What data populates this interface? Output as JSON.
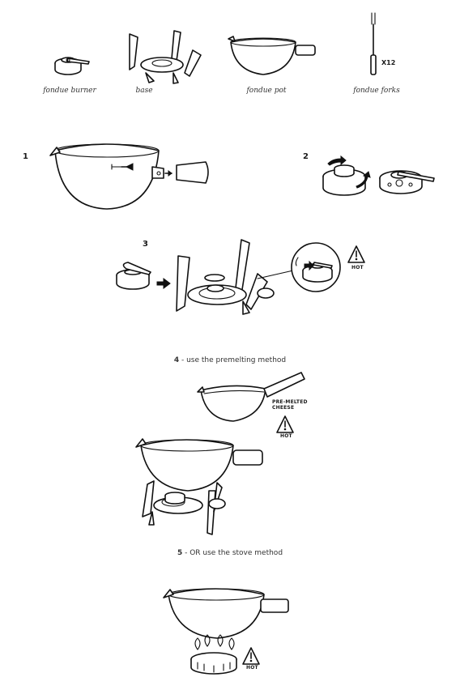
{
  "parts": {
    "burner_label": "fondue burner",
    "base_label": "base",
    "pot_label": "fondue pot",
    "forks_label": "fondue forks",
    "forks_count": "X12"
  },
  "steps": {
    "step1_num": "1",
    "step2_num": "2",
    "step3_num": "3",
    "step4_num": "4",
    "step4_text": " - use the premelting method",
    "step5_num": "5",
    "step5_text": " - OR use the stove method"
  },
  "warnings": {
    "hot_label": "HOT",
    "premelted_line1": "PRE-MELTED",
    "premelted_line2": "CHEESE"
  }
}
